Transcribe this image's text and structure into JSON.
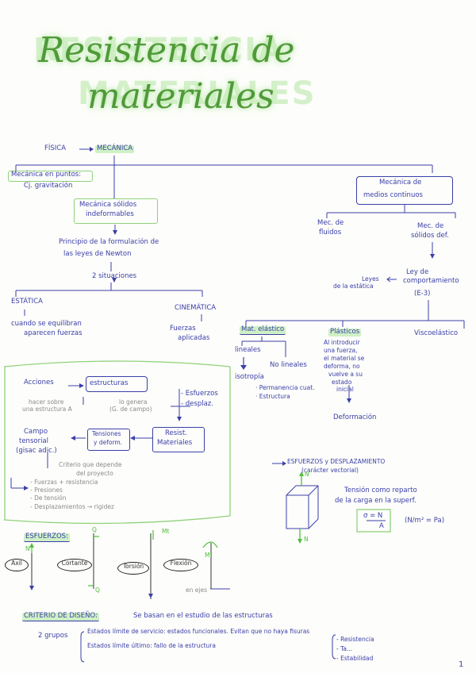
{
  "title": {
    "line1": "Resistencia de",
    "line2": "materiales"
  },
  "top": {
    "fisica": "FÍSICA",
    "mecanica": "MECÁNICA",
    "mec_puntos_1": "Mecánica en puntos:",
    "mec_puntos_2": "Cj. gravitación",
    "mec_solidos_1": "Mecánica sólidos",
    "mec_solidos_2": "indeformables",
    "medios_1": "Mecánica de",
    "medios_2": "medios continuos",
    "fluidos_1": "Mec. de",
    "fluidos_2": "fluidos",
    "solidos_def_1": "Mec. de",
    "solidos_def_2": "sólidos def.",
    "principio_1": "Principio de la formulación de",
    "principio_2": "las leyes de Newton",
    "situaciones": "2 situaciones",
    "estatica": "ESTÁTICA",
    "estatica_d1": "cuando se equilibran",
    "estatica_d2": "aparecen fuerzas",
    "cinematica": "CINEMÁTICA",
    "cinematica_d1": "Fuerzas",
    "cinematica_d2": "aplicadas",
    "ley_1": "Ley de",
    "ley_2": "comportamiento",
    "ley_3": "(E-3)",
    "leyes_1": "Leyes",
    "leyes_2": "de la estática",
    "mat_elastico": "Mat. elástico",
    "lineales": "lineales",
    "no_lineales": "No lineales",
    "plasticos": "Plásticos",
    "plasticos_d1": "Al introducir",
    "plasticos_d2": "una fuerza,",
    "plasticos_d3": "el material se",
    "plasticos_d4": "deforma, no",
    "plasticos_d5": "vuelve a su",
    "plasticos_d6": "estado",
    "plasticos_d7": "inicial",
    "deformacion": "Deformación",
    "viscoelastico": "Viscoelástico",
    "isotropia": "isotropía",
    "permanencia": "· Permanencia cuat.",
    "estructura": "· Estructura"
  },
  "diagram": {
    "acciones": "Acciones",
    "estructuras": "estructuras",
    "hacer": "hacer sobre",
    "estructura_a": "una estructura A",
    "lo_genera_1": "lo genera",
    "lo_genera_2": "(G. de campo)",
    "esfuerzos": "- Esfuerzos",
    "desplaz": "- desplaz.",
    "campo_1": "Campo",
    "campo_2": "tensorial",
    "campo_3": "(gisac adic.)",
    "tensiones_1": "Tensiones",
    "tensiones_2": "y deform.",
    "resist_1": "Resist.",
    "resist_2": "Materiales",
    "criterio_1": "Criterio que depende",
    "criterio_2": "del proyecto",
    "item1": "- Fuerzas + resistencia",
    "item2": "- Presiones",
    "item3": "- De tensión",
    "item4": "- Desplazamientos → rigidez"
  },
  "right": {
    "esfuerzos_1": "ESFUERZOS y DESPLAZAMIENTO",
    "esfuerzos_2": "(carácter vectorial)",
    "tension_1": "Tensión como reparto",
    "tension_2": "de la carga en la superf.",
    "formula_top": "σ = N",
    "formula_bot": "A",
    "units": "(N/m² = Pa)",
    "n_label": "N",
    "n_label2": "N"
  },
  "esfuerzos": {
    "heading": "ESFUERZOS:",
    "axil": "Axil",
    "cortante": "Cortante",
    "torsion": "Torsión",
    "flexion": "Flexión",
    "n": "N",
    "q": "Q",
    "mt": "Mt",
    "mf": "Mf",
    "en_ejes": "en ejes"
  },
  "criterio": {
    "heading": "CRITERIO DE DISEÑO:",
    "desc": "Se basan en el estudio de las estructuras",
    "grupos": "2 grupos",
    "g1": "Estados límite de servicio: estados funcionales. Evitan que no haya fisuras",
    "g2": "Estados límite último: fallo de la estructura",
    "r1": "- Resistencia",
    "r2": "- Ta...",
    "r3": "- Estabilidad"
  },
  "page_number": "1"
}
